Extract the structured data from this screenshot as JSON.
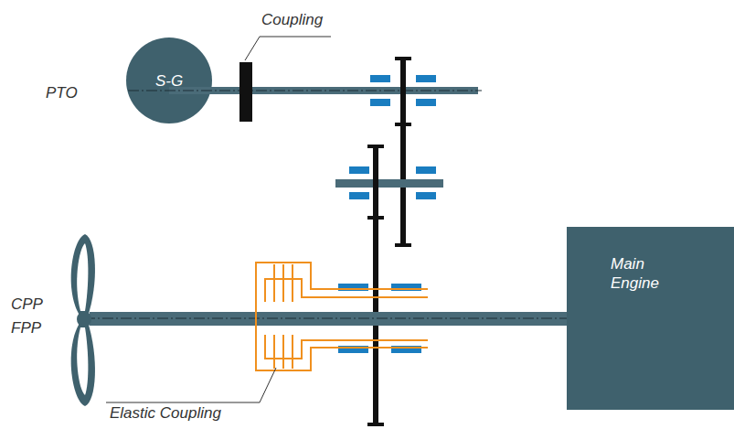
{
  "diagram": {
    "nodes": [
      {
        "text": [
          "S-G"
        ]
      },
      {
        "text": [
          "Main Engine"
        ]
      }
    ],
    "labels": [
      "Coupling",
      "PTO",
      "CPP",
      "FPP",
      "Elastic Coupling"
    ]
  }
}
